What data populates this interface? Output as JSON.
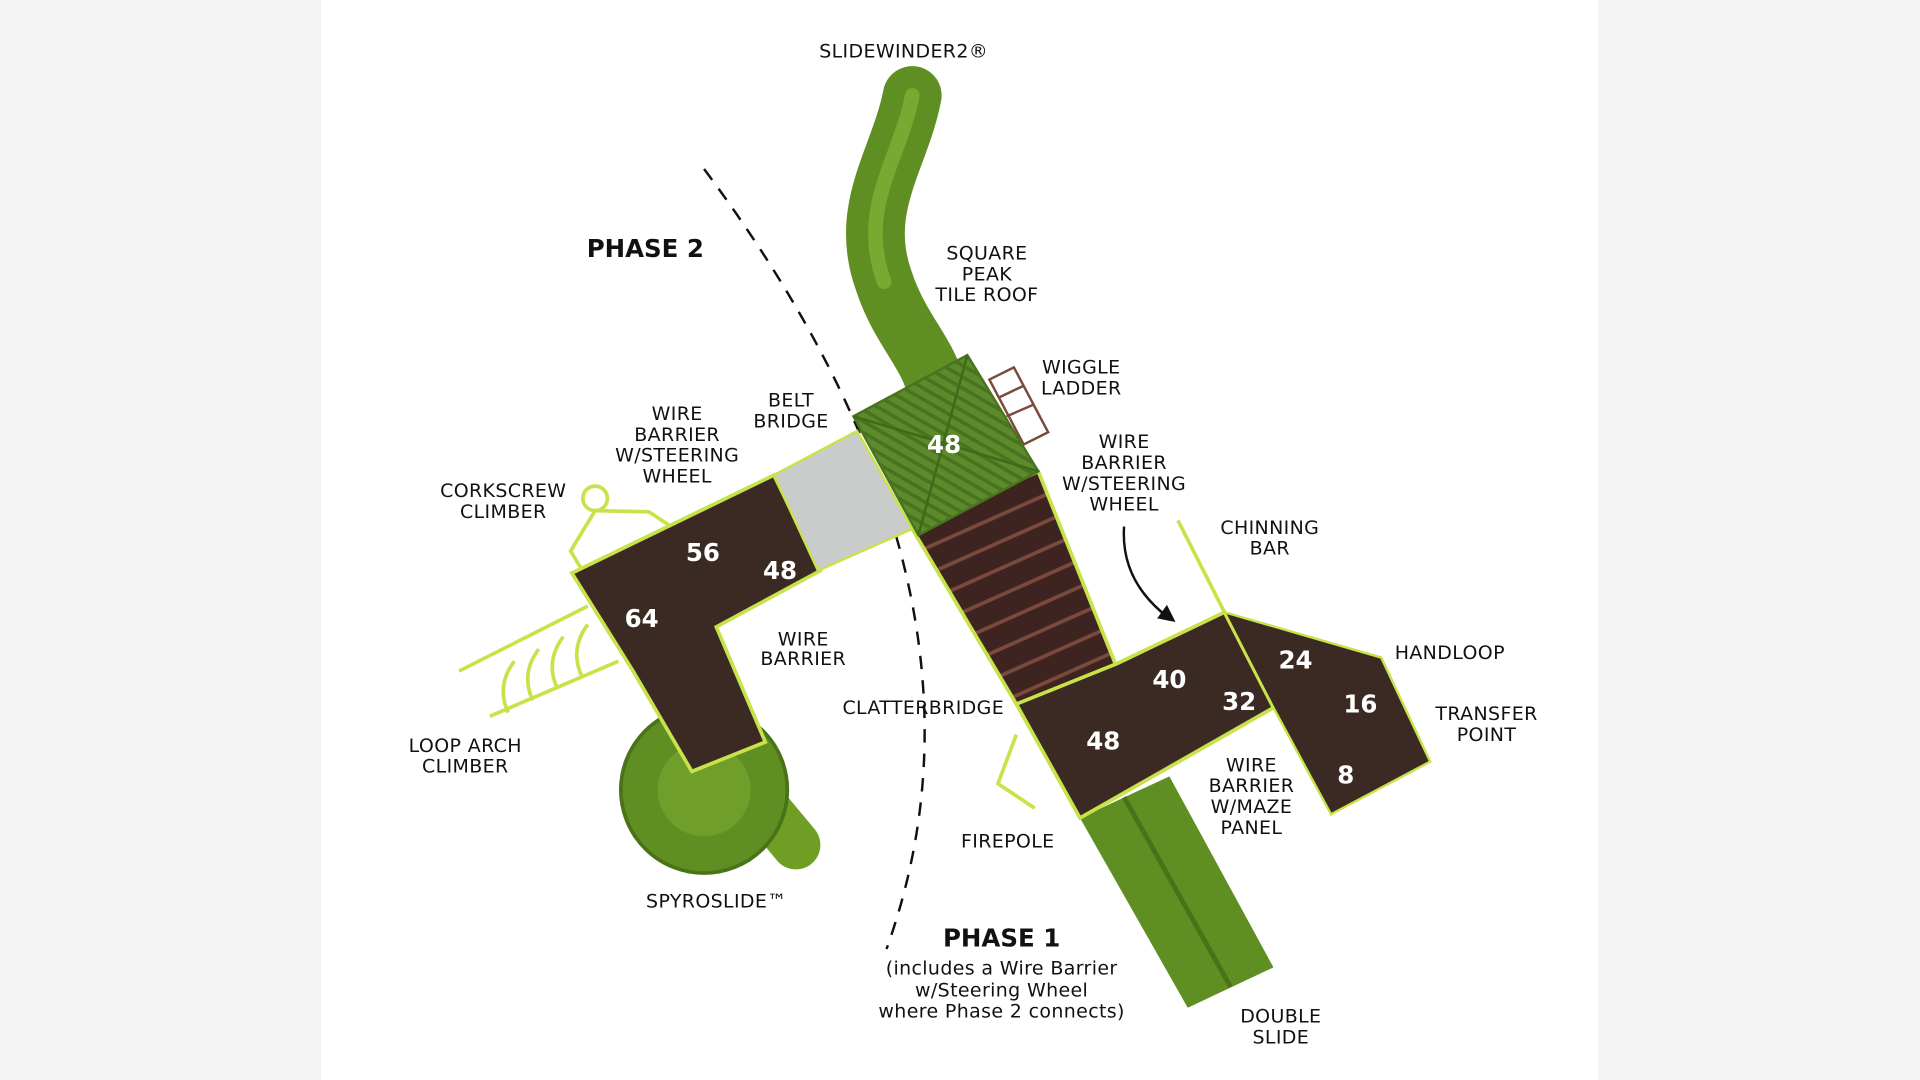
{
  "labels": {
    "slidewinder": "SLIDEWINDER2®",
    "phase2": "PHASE 2",
    "square_peak": [
      "SQUARE",
      "PEAK",
      "TILE ROOF"
    ],
    "wiggle_ladder": [
      "WIGGLE",
      "LADDER"
    ],
    "belt_bridge": [
      "BELT",
      "BRIDGE"
    ],
    "wire_barrier_steering_left": [
      "WIRE",
      "BARRIER",
      "W/STEERING",
      "WHEEL"
    ],
    "wire_barrier_steering_right": [
      "WIRE",
      "BARRIER",
      "W/STEERING",
      "WHEEL"
    ],
    "corkscrew": [
      "CORKSCREW",
      "CLIMBER"
    ],
    "chinning_bar": [
      "CHINNING",
      "BAR"
    ],
    "handloop": "HANDLOOP",
    "transfer_point": [
      "TRANSFER",
      "POINT"
    ],
    "wire_barrier": [
      "WIRE",
      "BARRIER"
    ],
    "clatterbridge": "CLATTERBRIDGE",
    "loop_arch": [
      "LOOP ARCH",
      "CLIMBER"
    ],
    "wire_barrier_maze": [
      "WIRE",
      "BARRIER",
      "W/MAZE",
      "PANEL"
    ],
    "firepole": "FIREPOLE",
    "spyroslide": "SPYROSLIDE™",
    "phase1": "PHASE 1",
    "phase1_note": [
      "(includes a Wire Barrier",
      "w/Steering Wheel",
      "where Phase 2 connects)"
    ],
    "double_slide": [
      "DOUBLE",
      "SLIDE"
    ]
  },
  "deck_heights": {
    "roof": "48",
    "left_56": "56",
    "left_48": "48",
    "left_64": "64",
    "right_40": "40",
    "right_48": "48",
    "right_32": "32",
    "right_24": "24",
    "right_16": "16",
    "right_8": "8"
  },
  "colors": {
    "deck": "#3b2924",
    "slide": "#5f8f22",
    "rail": "#c8e34a",
    "bridge": "#c9cccb"
  }
}
